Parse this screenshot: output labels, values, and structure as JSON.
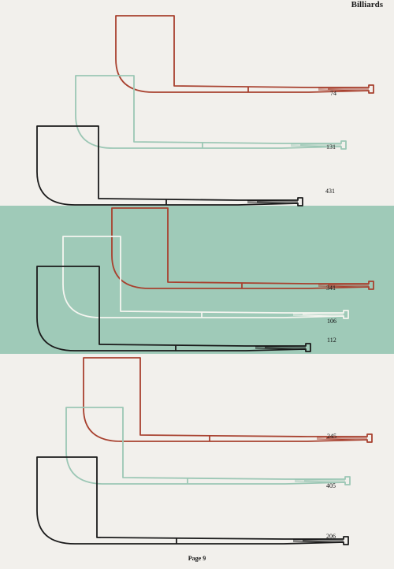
{
  "header": {
    "title": "Billiards"
  },
  "footer": {
    "page_label": "Page 9"
  },
  "colors": {
    "page_bg": "#f2f0ec",
    "band": "#9fcab8",
    "red": "#a8412f",
    "green": "#9cc7b5",
    "white": "#f5f5f0",
    "black": "#1b1b1b"
  },
  "pipes": [
    {
      "number": "74",
      "color": "red"
    },
    {
      "number": "131",
      "color": "green"
    },
    {
      "number": "431",
      "color": "black"
    },
    {
      "number": "341",
      "color": "red"
    },
    {
      "number": "106",
      "color": "white"
    },
    {
      "number": "112",
      "color": "black"
    },
    {
      "number": "245",
      "color": "red"
    },
    {
      "number": "405",
      "color": "green"
    },
    {
      "number": "206",
      "color": "black"
    }
  ]
}
